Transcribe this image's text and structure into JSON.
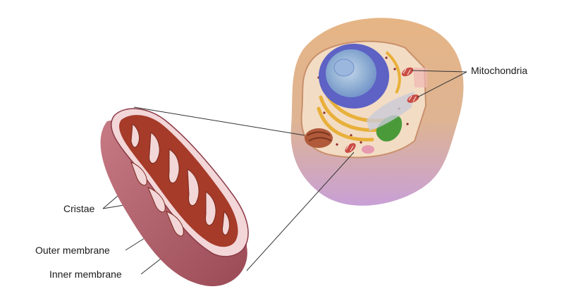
{
  "labels": {
    "mitochondria": "Mitochondria",
    "cristae": "Cristae",
    "outer_membrane": "Outer membrane",
    "inner_membrane": "Inner membrane"
  },
  "colors": {
    "mito_outer": "#b9606a",
    "mito_inner": "#a43c2a",
    "mito_rim": "#f2d6d8",
    "cell_membrane": "#e9b985",
    "cell_purple": "#c19ad2",
    "cytoplasm": "#f6e3cf",
    "nucleus": "#5c63c2",
    "nucleolus": "#a6c1de",
    "golgi": "#e9b13b",
    "chloroplast_like": "#4d9a3b",
    "rough_er": "#c7603a"
  }
}
